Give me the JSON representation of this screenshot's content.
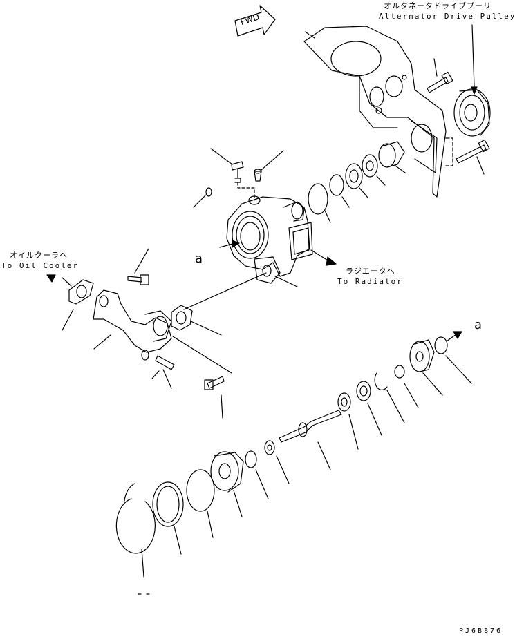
{
  "labels": {
    "alt_pulley_jp": "オルタネータドライブプーリ",
    "alt_pulley_en": "Alternator Drive Pulley",
    "oil_cooler_jp": "オイルクーラヘ",
    "oil_cooler_en": "To Oil Cooler",
    "radiator_jp": "ラジエータへ",
    "radiator_en": "To Radiator",
    "ref_a_left": "a",
    "ref_a_right": "a",
    "fwd": "FWD",
    "drawing_code": "PJ6B876"
  },
  "colors": {
    "line": "#000000",
    "paper": "#ffffff"
  }
}
